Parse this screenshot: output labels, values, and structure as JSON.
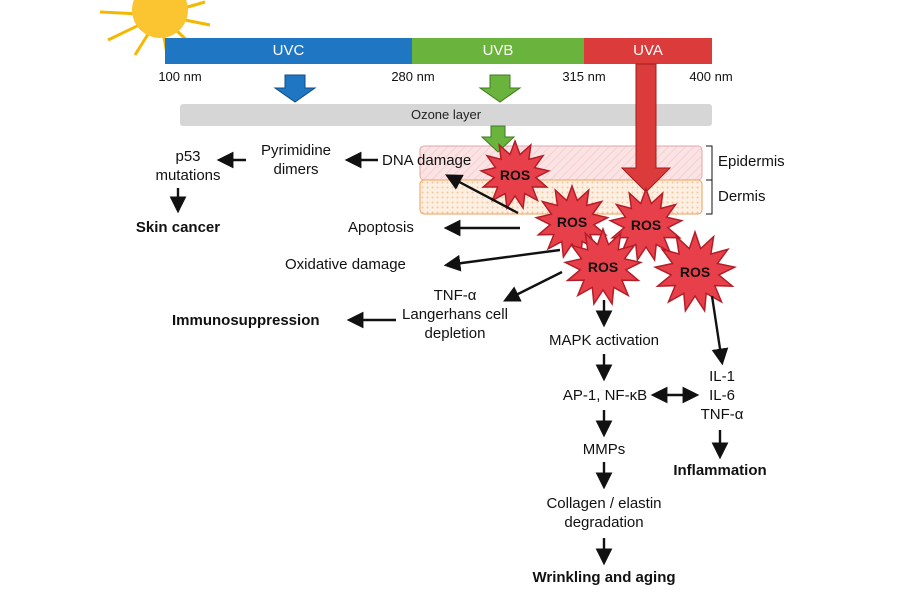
{
  "spectrum": {
    "bands": [
      {
        "name": "UVC",
        "color": "#1f77c4"
      },
      {
        "name": "UVB",
        "color": "#6ab43e"
      },
      {
        "name": "UVA",
        "color": "#dc3b3b"
      }
    ],
    "ticks": [
      "100 nm",
      "280 nm",
      "315 nm",
      "400 nm"
    ]
  },
  "ozone_label": "Ozone layer",
  "skin_layers": {
    "epidermis": "Epidermis",
    "dermis": "Dermis"
  },
  "ros_label": "ROS",
  "nodes": {
    "dna_damage": "DNA damage",
    "pyrimidine_line1": "Pyrimidine",
    "pyrimidine_line2": "dimers",
    "p53_line1": "p53",
    "p53_line2": "mutations",
    "skin_cancer": "Skin cancer",
    "apoptosis": "Apoptosis",
    "oxidative_damage": "Oxidative damage",
    "tnf_line1": "TNF-α",
    "tnf_line2": "Langerhans cell",
    "tnf_line3": "depletion",
    "immunosuppression": "Immunosuppression",
    "mapk": "MAPK activation",
    "ap1": "AP-1, NF-κB",
    "mmps": "MMPs",
    "collagen_line1": "Collagen / elastin",
    "collagen_line2": "degradation",
    "wrinkling": "Wrinkling and aging",
    "il1": "IL-1",
    "il6": "IL-6",
    "tnf_alpha": "TNF-α",
    "inflammation": "Inflammation"
  }
}
